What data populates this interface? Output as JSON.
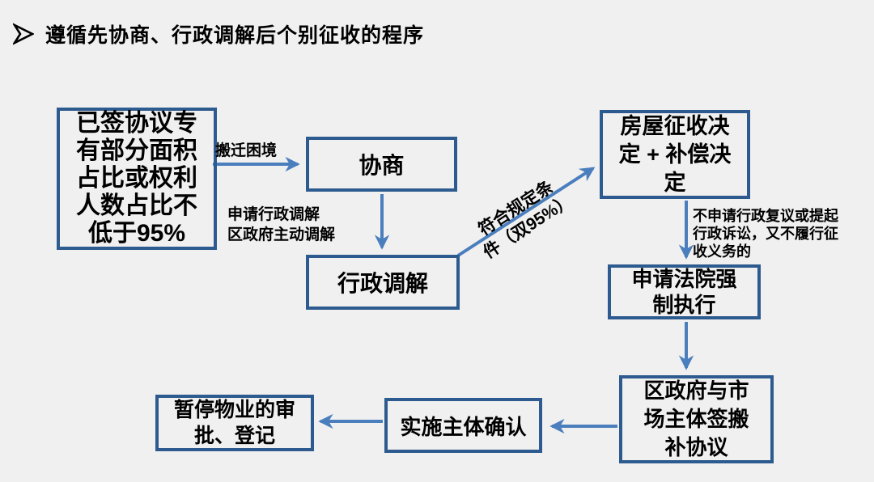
{
  "title": {
    "bullet_icon": "right-arrowhead-bullet",
    "text": "遵循先协商、行政调解后个别征收的程序"
  },
  "colors": {
    "background": "#f0f0f0",
    "box_border": "#2e5b8f",
    "arrow": "#4a7ebd",
    "text": "#000000"
  },
  "nodes": {
    "criteria": {
      "text": "已签协议专\n有部分面积\n占比或权利\n人数占比不\n低于95%"
    },
    "negotiation": {
      "text": "协商"
    },
    "mediation": {
      "text": "行政调解"
    },
    "decision": {
      "text": "房屋征收决\n定 + 补偿决\n定"
    },
    "court": {
      "text": "申请法院强\n制执行"
    },
    "agreement": {
      "text": "区政府与市\n场主体签搬\n补协议"
    },
    "confirmation": {
      "text": "实施主体确认"
    },
    "suspension": {
      "text": "暂停物业的审\n批、登记"
    }
  },
  "edge_labels": {
    "relocation": "搬迁困境",
    "apply_mediation": "申请行政调解\n区政府主动调解",
    "meet_conditions": "符合规定条\n件（双95%）",
    "no_appeal": "不申请行政复议或提起\n行政诉讼，又不履行征\n收义务的"
  }
}
